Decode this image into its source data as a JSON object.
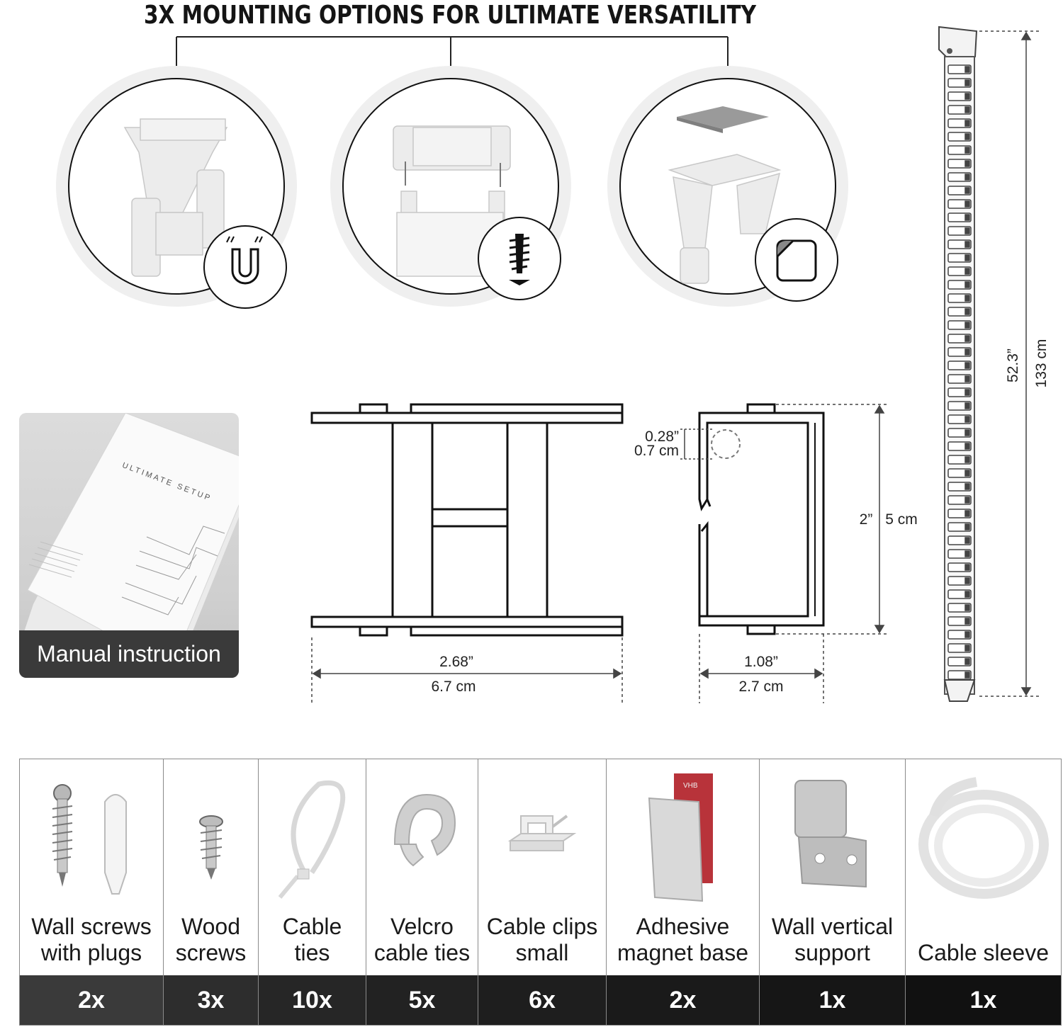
{
  "headline": "3X MOUNTING OPTIONS FOR ULTIMATE VERSATILITY",
  "mounting_options": [
    {
      "name": "magnet",
      "icon": "magnet-icon"
    },
    {
      "name": "screw",
      "icon": "screw-icon"
    },
    {
      "name": "adhesive",
      "icon": "adhesive-icon"
    }
  ],
  "manual": {
    "caption": "Manual instruction",
    "brand": "ULTIMATE SETUP"
  },
  "dimensions": {
    "front_width_in": "2.68”",
    "front_width_cm": "6.7 cm",
    "side_width_in": "1.08”",
    "side_width_cm": "2.7 cm",
    "side_height_in": "2”",
    "side_height_cm": "5 cm",
    "hole_in": "0.28”",
    "hole_cm": "0.7 cm",
    "length_in": "52.3”",
    "length_cm": "133 cm"
  },
  "contents": [
    {
      "label_line1": "Wall screws",
      "label_line2": "with plugs",
      "qty": "2x",
      "icon": "wall-screw-plug-icon"
    },
    {
      "label_line1": "Wood",
      "label_line2": "screws",
      "qty": "3x",
      "icon": "wood-screw-icon"
    },
    {
      "label_line1": "Cable",
      "label_line2": "ties",
      "qty": "10x",
      "icon": "cable-tie-icon"
    },
    {
      "label_line1": "Velcro",
      "label_line2": "cable ties",
      "qty": "5x",
      "icon": "velcro-tie-icon"
    },
    {
      "label_line1": "Cable clips",
      "label_line2": "small",
      "qty": "6x",
      "icon": "cable-clip-icon"
    },
    {
      "label_line1": "Adhesive",
      "label_line2": "magnet base",
      "qty": "2x",
      "icon": "adhesive-magnet-icon"
    },
    {
      "label_line1": "Wall vertical",
      "label_line2": "support",
      "qty": "1x",
      "icon": "wall-support-icon"
    },
    {
      "label_line1": "",
      "label_line2": "Cable sleeve",
      "qty": "1x",
      "icon": "cable-sleeve-icon"
    }
  ],
  "colors": {
    "qty_bar": [
      "#3a3a3a",
      "#2d2d2d",
      "#262626",
      "#222222",
      "#1e1e1e",
      "#1a1a1a",
      "#161616",
      "#111111"
    ],
    "line": "#111111",
    "product": "#e9e9e9"
  }
}
